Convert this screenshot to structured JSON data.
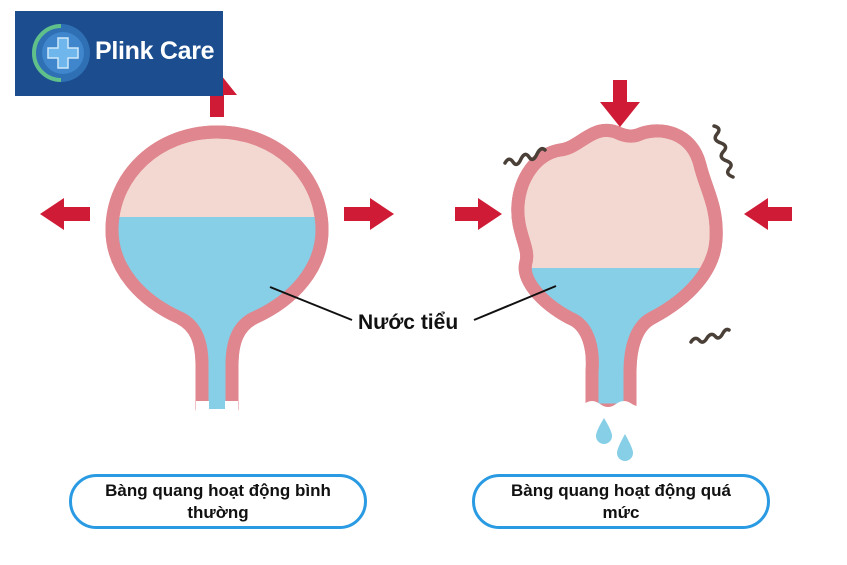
{
  "brand": {
    "name": "Plink Care"
  },
  "labels": {
    "urine": "Nước tiểu",
    "normal_bladder": "Bàng quang hoạt động bình thường",
    "overactive_bladder": "Bàng quang hoạt động quá mức"
  },
  "icons": [
    "cross-plus-logo-icon",
    "arrow-up-icon",
    "arrow-left-icon",
    "arrow-right-icon",
    "arrow-down-icon",
    "squiggle-icon",
    "droplet-icon"
  ],
  "colors": {
    "bladder_wall": "#e0868f",
    "bladder_inner": "#f3d8d2",
    "urine": "#86cfe6",
    "arrow": "#cf1b35",
    "caption_border": "#2a9be3",
    "logo_bg": "#1c4e8f"
  }
}
